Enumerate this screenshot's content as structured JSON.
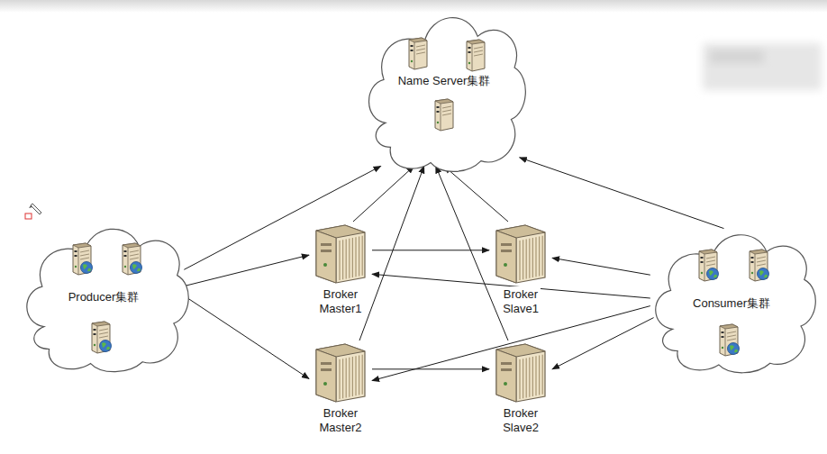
{
  "diagram": {
    "nodes": [
      {
        "text": [
          "Name Server集群"
        ]
      },
      {
        "text": [
          "Producer集群"
        ]
      },
      {
        "text": [
          "Broker Master1"
        ]
      },
      {
        "text": [
          "Broker Slave1"
        ]
      },
      {
        "text": [
          "Consumer集群"
        ]
      },
      {
        "text": [
          "Broker Master2"
        ]
      },
      {
        "text": [
          "Broker Slave2"
        ]
      }
    ],
    "edges": [
      {
        "from": 1,
        "to": 0,
        "arrow": "to"
      },
      {
        "from": 1,
        "to": 2,
        "arrow": "to"
      },
      {
        "from": 1,
        "to": 5,
        "arrow": "to"
      },
      {
        "from": 2,
        "to": 0,
        "arrow": "to"
      },
      {
        "from": 5,
        "to": 0,
        "arrow": "to"
      },
      {
        "from": 3,
        "to": 0,
        "arrow": "to"
      },
      {
        "from": 6,
        "to": 0,
        "arrow": "to"
      },
      {
        "from": 4,
        "to": 0,
        "arrow": "to"
      },
      {
        "from": 2,
        "to": 3,
        "arrow": "to"
      },
      {
        "from": 5,
        "to": 6,
        "arrow": "to"
      },
      {
        "from": 4,
        "to": 3,
        "arrow": "to"
      },
      {
        "from": 4,
        "to": 2,
        "arrow": "to"
      },
      {
        "from": 4,
        "to": 5,
        "arrow": "to"
      },
      {
        "from": 4,
        "to": 6,
        "arrow": "to"
      }
    ]
  }
}
